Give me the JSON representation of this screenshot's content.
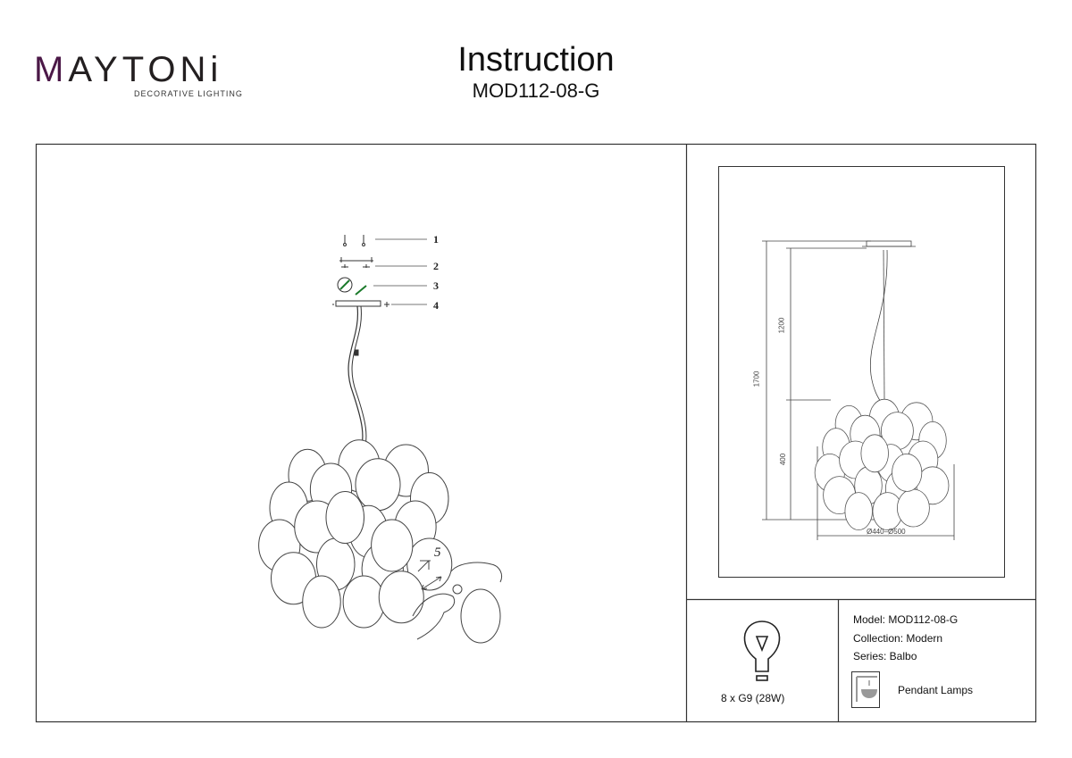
{
  "brand": {
    "name": "MAYTONI",
    "tagline": "DECORATIVE LIGHTING",
    "accent": "#4b1847"
  },
  "header": {
    "title": "Instruction",
    "model": "MOD112-08-G"
  },
  "assembly": {
    "parts": [
      "1",
      "2",
      "3",
      "4"
    ],
    "step_bulb": "5"
  },
  "dimensions": {
    "total_height": "1700",
    "cable_length": "1200",
    "body_height": "400",
    "diameter": "Ø440–Ø500"
  },
  "specs": {
    "bulb": "8 x G9 (28W)",
    "model": "Model: MOD112-08-G",
    "collection": "Collection: Modern",
    "series": "Series: Balbo",
    "type": "Pendant Lamps"
  }
}
